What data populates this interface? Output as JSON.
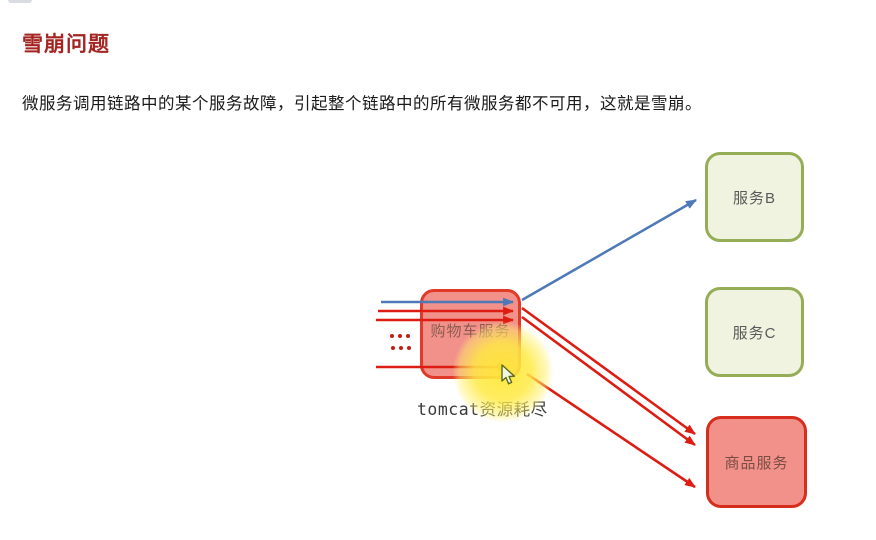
{
  "slide": {
    "title": "雪崩问题",
    "title_color": "#a32421",
    "description": "微服务调用链路中的某个服务故障，引起整个链路中的所有微服务都不可用，这就是雪崩。"
  },
  "diagram": {
    "nodes": {
      "cart": {
        "label": "购物车服务",
        "fill": "#f2918a",
        "border": "#e23a28",
        "text_color": "#8d5a4f",
        "status": "failed"
      },
      "service_b": {
        "label": "服务B",
        "fill": "#f1f3e1",
        "border": "#94ad56",
        "text_color": "#595959",
        "status": "healthy"
      },
      "service_c": {
        "label": "服务C",
        "fill": "#f1f3e1",
        "border": "#94ad56",
        "text_color": "#595959",
        "status": "healthy"
      },
      "product": {
        "label": "商品服务",
        "fill": "#f2918a",
        "border": "#d62d1c",
        "text_color": "#7a4d44",
        "status": "failed"
      }
    },
    "annotation": {
      "label": "tomcat资源耗尽",
      "color": "#3a3a3a"
    },
    "colors": {
      "healthy_arrow": "#4d79b8",
      "failed_arrow": "#dd1d12",
      "highlight": "#ffe837"
    }
  }
}
